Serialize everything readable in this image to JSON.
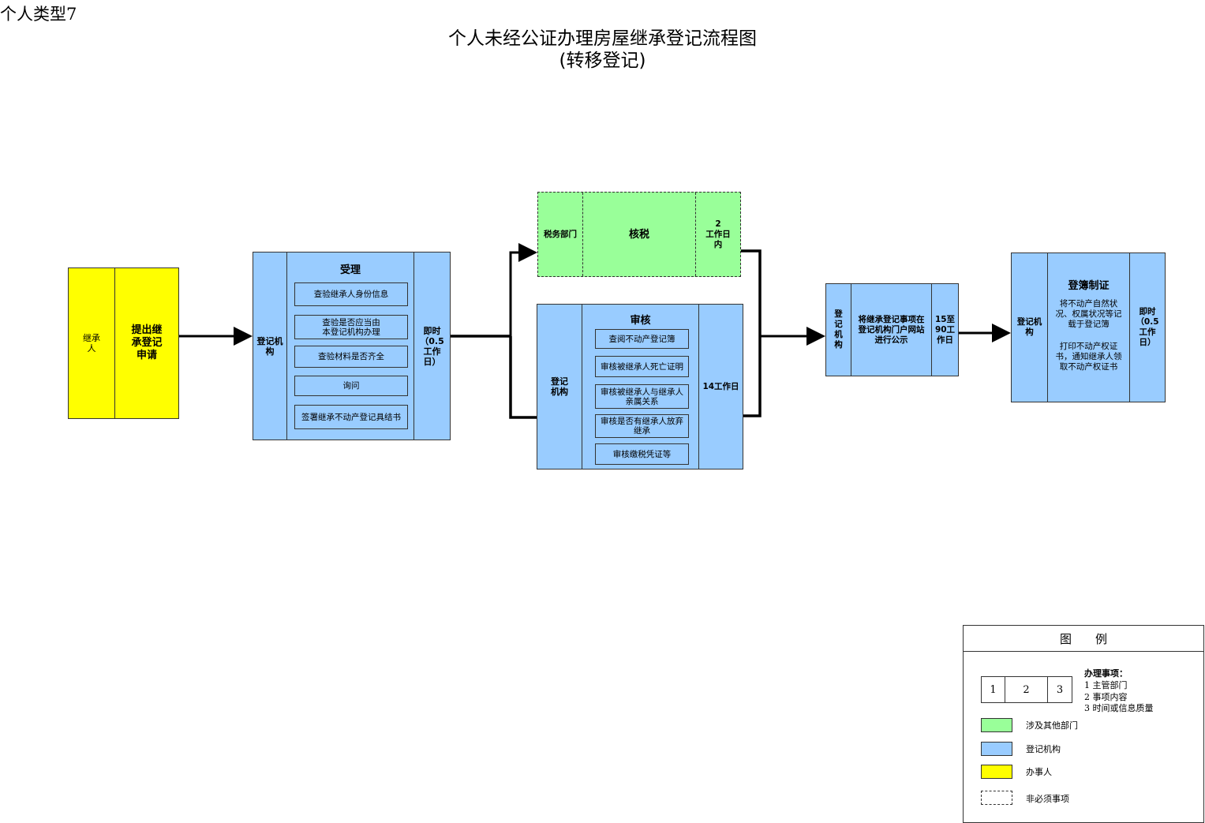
{
  "doc": {
    "corner_label": "个人类型7",
    "title": "个人未经公证办理房屋继承登记流程图",
    "subtitle": "(转移登记)"
  },
  "step_apply": {
    "dept": "继承\n人",
    "content": "提出继\n承登记\n申请"
  },
  "step_accept": {
    "dept": "登记机\n构",
    "header": "受理",
    "items": [
      "查验继承人身份信息",
      "查验是否应当由\n本登记机构办理",
      "查验材料是否齐全",
      "询问",
      "签署继承不动产登记具结书"
    ],
    "time": "即时\n（0.5\n工作\n日）"
  },
  "step_tax": {
    "dept": "税务部门",
    "content": "核税",
    "time": "2\n工作日\n内"
  },
  "step_review": {
    "dept": "登记\n机构",
    "header": "审核",
    "items": [
      "查阅不动产登记簿",
      "审核被继承人死亡证明",
      "审核被继承人与继承人\n亲属关系",
      "审核是否有继承人放弃\n继承",
      "审核缴税凭证等"
    ],
    "time": "14工作日"
  },
  "step_publish": {
    "dept": "登\n记\n机\n构",
    "content": "将继承登记事项在\n登记机构门户网站\n进行公示",
    "time": "15至\n90工\n作日"
  },
  "step_register": {
    "dept": "登记机\n构",
    "header": "登簿制证",
    "text1": "将不动产自然状\n况、权属状况等记\n载于登记簿",
    "text2": "打印不动产权证\n书，通知继承人领\n取不动产权证书",
    "time": "即时\n（0.5\n工作\n日）"
  },
  "legend": {
    "title": "图　　例",
    "sample_cells": [
      "1",
      "2",
      "3"
    ],
    "items_title": "办理事项：",
    "items": [
      "1 主管部门",
      "2 事项内容",
      "3 时间或信息质量"
    ],
    "green_label": "涉及其他部门",
    "blue_label": "登记机构",
    "yellow_label": "办事人",
    "dashed_label": "非必须事项"
  },
  "colors": {
    "applicant": "#ffff00",
    "registry": "#99ccff",
    "other_dept": "#99ff99"
  }
}
